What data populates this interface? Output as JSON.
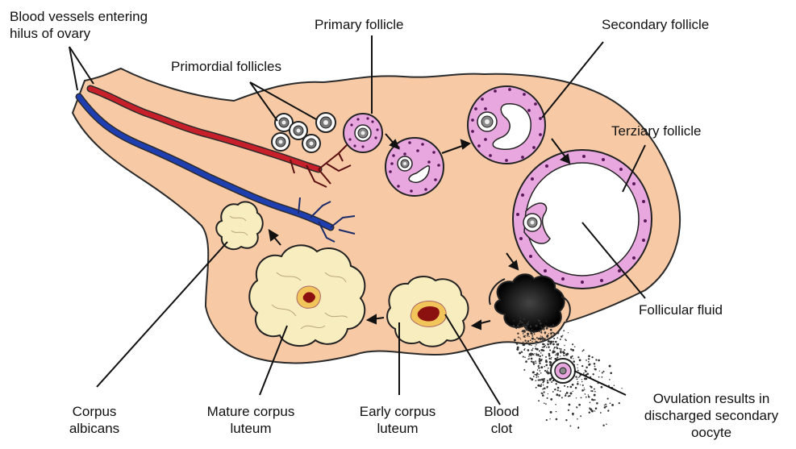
{
  "labels": {
    "blood_vessels": "Blood vessels entering\nhilus of ovary",
    "primordial": "Primordial follicles",
    "primary": "Primary follicle",
    "secondary": "Secondary follicle",
    "terziary": "Terziary follicle",
    "follicular_fluid": "Follicular fluid",
    "ovulation": "Ovulation results in\ndischarged secondary\noocyte",
    "blood_clot": "Blood\nclot",
    "early_cl": "Early corpus\nluteum",
    "mature_cl": "Mature corpus\nluteum",
    "corpus_albicans": "Corpus\nalbicans"
  },
  "colors": {
    "ovary": "#f7c9a5",
    "outline": "#2a2a2a",
    "artery": "#c8202a",
    "vein": "#1f3fb0",
    "granulosa": "#e9a7e0",
    "luteum": "#f8edbe",
    "blood": "#8b1010"
  }
}
